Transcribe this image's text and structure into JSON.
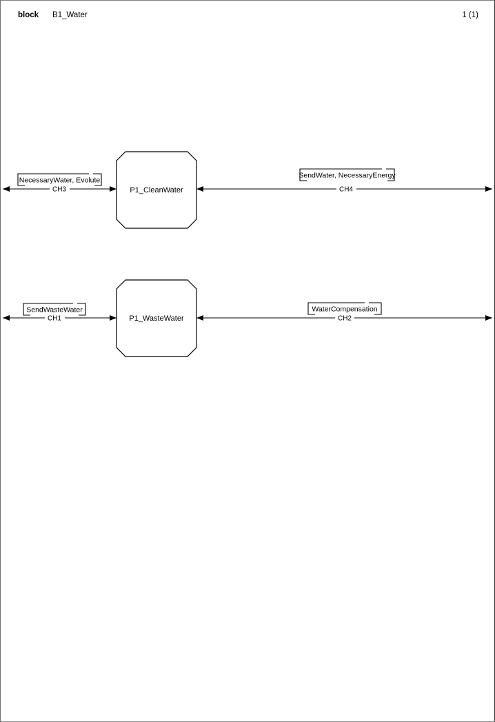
{
  "header": {
    "kind": "block",
    "title": "B1_Water",
    "page_number": "1 (1)"
  },
  "diagram": {
    "type": "sdl-block-diagram",
    "processes": [
      {
        "label": "P1_CleanWater"
      },
      {
        "label": "P1_WasteWater"
      }
    ],
    "channels": [
      {
        "name": "CH3",
        "signals": "NecessaryWater, Evolute"
      },
      {
        "name": "CH4",
        "signals": "SendWater, NecessaryEnergy"
      },
      {
        "name": "CH1",
        "signals": "SendWasteWater"
      },
      {
        "name": "CH2",
        "signals": "WaterCompensation"
      }
    ]
  }
}
